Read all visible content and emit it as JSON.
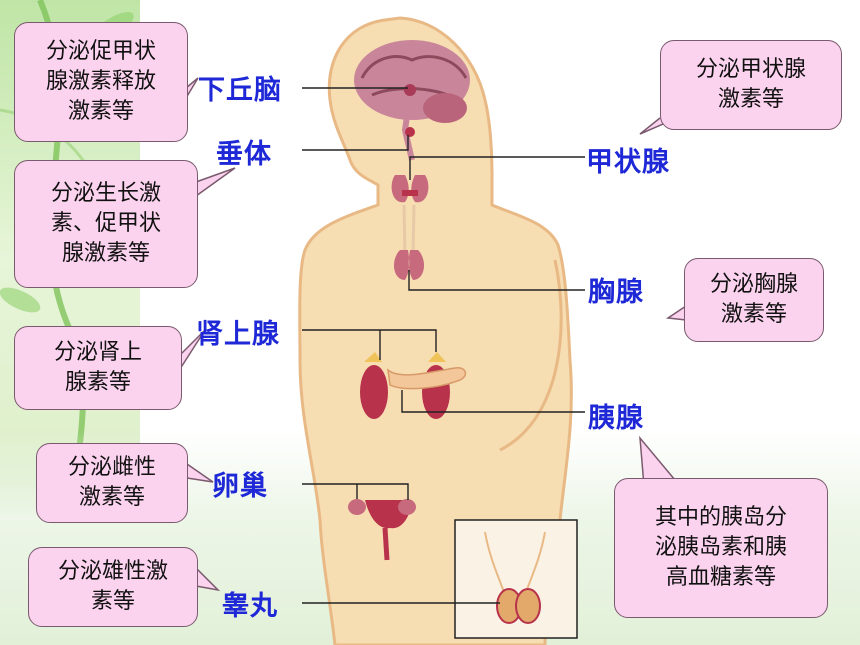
{
  "colors": {
    "label": "#1e28d6",
    "callout_fill": "#fbd3ee",
    "skin": "#f7ddb2",
    "organ": "#b8324b"
  },
  "labels": {
    "hypothalamus": "下丘脑",
    "pituitary": "垂体",
    "thyroid": "甲状腺",
    "thymus": "胸腺",
    "adrenal": "肾上腺",
    "pancreas": "胰腺",
    "ovary": "卵巢",
    "testis": "睾丸"
  },
  "callouts": {
    "hypothalamus": "分泌促甲状\n腺激素释放\n激素等",
    "pituitary": "分泌生长激\n素、促甲状\n腺激素等",
    "thyroid": "分泌甲状腺\n激素等",
    "thymus": "分泌胸腺\n激素等",
    "adrenal": "分泌肾上\n腺素等",
    "pancreas": "其中的胰岛分\n泌胰岛素和胰\n高血糖素等",
    "ovary": "分泌雌性\n激素等",
    "testis": "分泌雄性激\n素等"
  }
}
